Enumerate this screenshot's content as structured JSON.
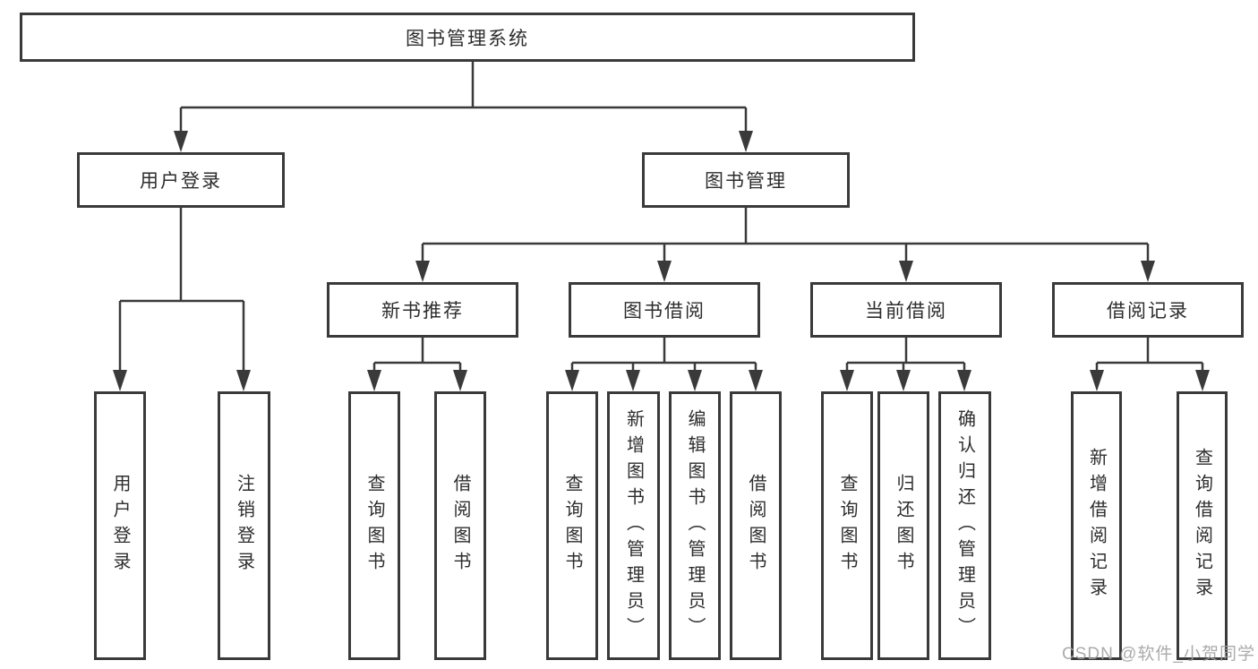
{
  "diagram": {
    "watermark": "CSDN @软件_小贺同学",
    "colors": {
      "line": "#3a3a3a",
      "box_border": "#3a3a3a",
      "text": "#2d2d2d",
      "watermark": "#a2a2a2",
      "background": "#ffffff"
    },
    "tree": {
      "label": "图书管理系统",
      "children": [
        {
          "label": "用户登录",
          "children": [
            {
              "label": "用户登录"
            },
            {
              "label": "注销登录"
            }
          ]
        },
        {
          "label": "图书管理",
          "children": [
            {
              "label": "新书推荐",
              "children": [
                {
                  "label": "查询图书"
                },
                {
                  "label": "借阅图书"
                }
              ]
            },
            {
              "label": "图书借阅",
              "children": [
                {
                  "label": "查询图书"
                },
                {
                  "label": "新增图书（管理员）"
                },
                {
                  "label": "编辑图书（管理员）"
                },
                {
                  "label": "借阅图书"
                }
              ]
            },
            {
              "label": "当前借阅",
              "children": [
                {
                  "label": "查询图书"
                },
                {
                  "label": "归还图书"
                },
                {
                  "label": "确认归还（管理员）"
                }
              ]
            },
            {
              "label": "借阅记录",
              "children": [
                {
                  "label": "新增借阅记录"
                },
                {
                  "label": "查询借阅记录"
                }
              ]
            }
          ]
        }
      ]
    }
  }
}
